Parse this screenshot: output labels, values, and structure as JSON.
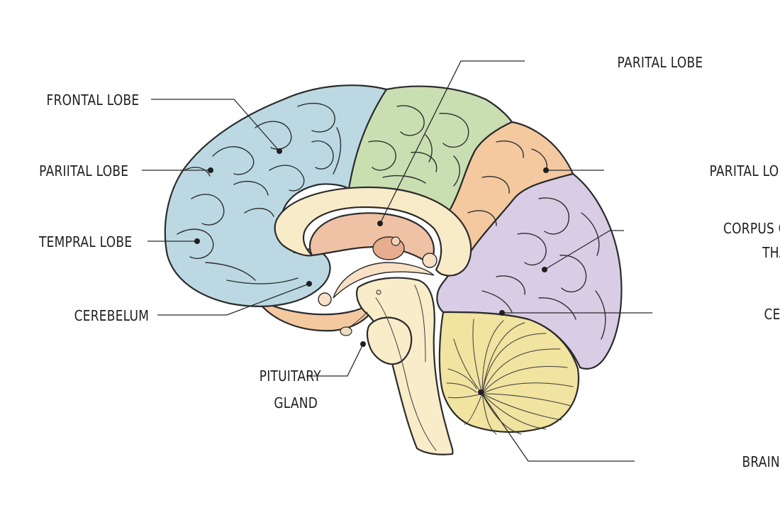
{
  "labels": {
    "frontal_lobe": "FRONTAL LOBE",
    "pariital_lobe_left": "PARIITAL LOBE",
    "tempral_lobe": "TEMPRAL LOBE",
    "cerebelum": "CEREBELUM",
    "pituitary_line1": "PITUITARY",
    "pituitary_line2": "GLAND",
    "parital_lobe_top": "PARITAL LOBE",
    "parital_lobe_right": "PARITAL LOBE",
    "corpus_line1": "CORPUS CALLOSUM",
    "corpus_line2": "THALAM",
    "cerbell": "CERBELL",
    "brain_stem": "BRAIN STEM"
  },
  "colors": {
    "frontal": "#bcd9e3",
    "parietal": "#c9dfb2",
    "orange": "#f4c9a0",
    "occipital": "#d9cde6",
    "cerebellum": "#f1e3a0",
    "callosum": "#f8ebc8",
    "stem": "#f8ecc9",
    "thalamus": "#efc2a6",
    "line": "#2b2b2b"
  }
}
